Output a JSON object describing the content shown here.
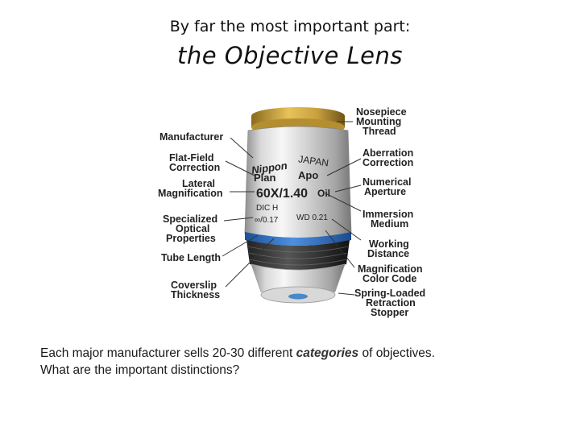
{
  "slide": {
    "title": "By far the most important part:",
    "subtitle": "the Objective Lens"
  },
  "lens": {
    "engraving": {
      "brand": "Nippon",
      "country": "JAPAN",
      "type_left": "Plan",
      "type_right": "Apo",
      "magnification": "60X/1.40",
      "immersion": "Oil",
      "dic": "DIC H",
      "tube_cover": "∞/0.17",
      "working_distance": "WD 0.21"
    },
    "color_code": "#2f73c8",
    "callouts_left": [
      {
        "id": "manufacturer",
        "label": "Manufacturer"
      },
      {
        "id": "flat-field",
        "label": "Flat-Field\nCorrection"
      },
      {
        "id": "lateral-mag",
        "label": "Lateral\nMagnification"
      },
      {
        "id": "specialized",
        "label": "Specialized\nOptical\nProperties"
      },
      {
        "id": "tube-length",
        "label": "Tube Length"
      },
      {
        "id": "coverslip",
        "label": "Coverslip\nThickness"
      }
    ],
    "callouts_right": [
      {
        "id": "nosepiece",
        "label": "Nosepiece\nMounting\nThread"
      },
      {
        "id": "aberration",
        "label": "Aberration\nCorrection"
      },
      {
        "id": "numerical-aperture",
        "label": "Numerical\nAperture"
      },
      {
        "id": "immersion",
        "label": "Immersion\nMedium"
      },
      {
        "id": "working-distance",
        "label": "Working\nDistance"
      },
      {
        "id": "color-code",
        "label": "Magnification\nColor Code"
      },
      {
        "id": "spring-loaded",
        "label": "Spring-Loaded\nRetraction\nStopper"
      }
    ]
  },
  "body": {
    "line1_before": "Each major manufacturer sells 20-30 different ",
    "line1_emph": "categories",
    "line1_after": " of objectives.",
    "line2": "What are the important distinctions?"
  }
}
